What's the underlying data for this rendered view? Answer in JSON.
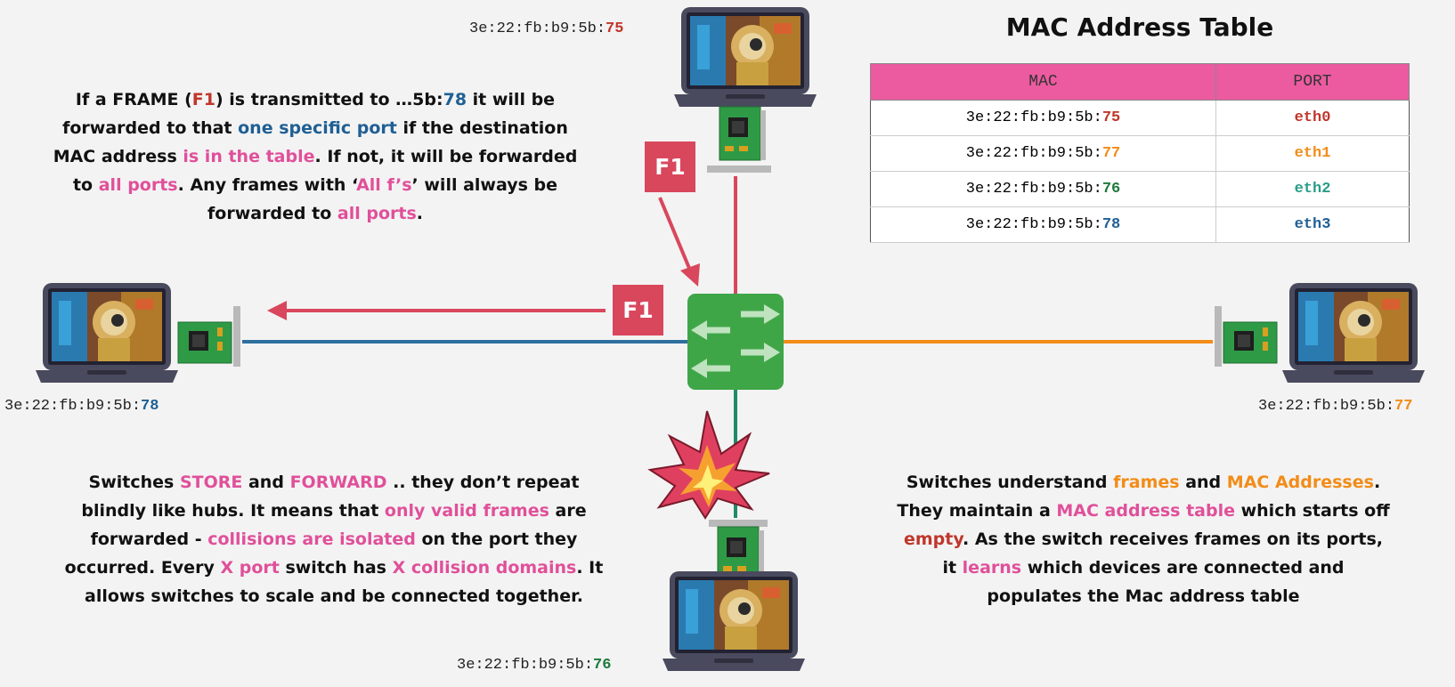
{
  "table": {
    "title": "MAC Address Table",
    "headers": [
      "MAC",
      "PORT"
    ],
    "rows": [
      {
        "mac_prefix": "3e:22:fb:b9:5b:",
        "mac_suffix": "75",
        "port": "eth0",
        "color": "#c0362b"
      },
      {
        "mac_prefix": "3e:22:fb:b9:5b:",
        "mac_suffix": "77",
        "port": "eth1",
        "color": "#f28c18"
      },
      {
        "mac_prefix": "3e:22:fb:b9:5b:",
        "mac_suffix": "76",
        "port": "eth2",
        "color": "#2a9c88"
      },
      {
        "mac_prefix": "3e:22:fb:b9:5b:",
        "mac_suffix": "78",
        "port": "eth3",
        "color": "#1f5f94"
      }
    ]
  },
  "devices": {
    "top": {
      "mac_prefix": "3e:22:fb:b9:5b:",
      "mac_suffix": "75"
    },
    "left": {
      "mac_prefix": "3e:22:fb:b9:5b:",
      "mac_suffix": "78"
    },
    "right": {
      "mac_prefix": "3e:22:fb:b9:5b:",
      "mac_suffix": "77"
    },
    "bottom": {
      "mac_prefix": "3e:22:fb:b9:5b:",
      "mac_suffix": "76"
    }
  },
  "frame_labels": {
    "top": "F1",
    "left": "F1"
  },
  "colors": {
    "link_top": "#d9475c",
    "link_left": "#2e6f9e",
    "link_right": "#f28c18",
    "link_bottom": "#1f8a6a",
    "switch": "#3fa648",
    "pink": "#e0509a",
    "table_header": "#ec5aa0"
  },
  "paragraphs": {
    "frame": {
      "t1": "If a FRAME (",
      "t2": "F1",
      "t3": ") is transmitted to …5b:",
      "t4": "78",
      "t5": " it will be forwarded to that ",
      "t6": "one specific port",
      "t7": " if the destination MAC address ",
      "t8": "is in the table",
      "t9": ". If not, it will be forwarded to ",
      "t10": "all ports",
      "t11": ". Any frames with ‘",
      "t12": "All f’s",
      "t13": "’ will always be forwarded to ",
      "t14": "all ports",
      "t15": "."
    },
    "store": {
      "t1": "Switches ",
      "t2": "STORE",
      "t3": " and ",
      "t4": "FORWARD",
      "t5": " .. they don’t repeat blindly like hubs. It means that ",
      "t6": "only valid frames",
      "t7": " are forwarded - ",
      "t8": "collisions are isolated",
      "t9": " on the port they occurred. Every ",
      "t10": "X port",
      "t11": " switch has ",
      "t12": "X collision domains",
      "t13": ". It allows switches to scale and be connected together."
    },
    "understand": {
      "t1": "Switches understand ",
      "t2": "frames",
      "t3": " and ",
      "t4": "MAC Addresses",
      "t5": ". They maintain a ",
      "t6": "MAC address table",
      "t7": " which starts off ",
      "t8": "empty",
      "t9": ". As the switch receives frames on its ports, it ",
      "t10": "learns",
      "t11": " which devices are connected and populates the Mac address table"
    }
  }
}
